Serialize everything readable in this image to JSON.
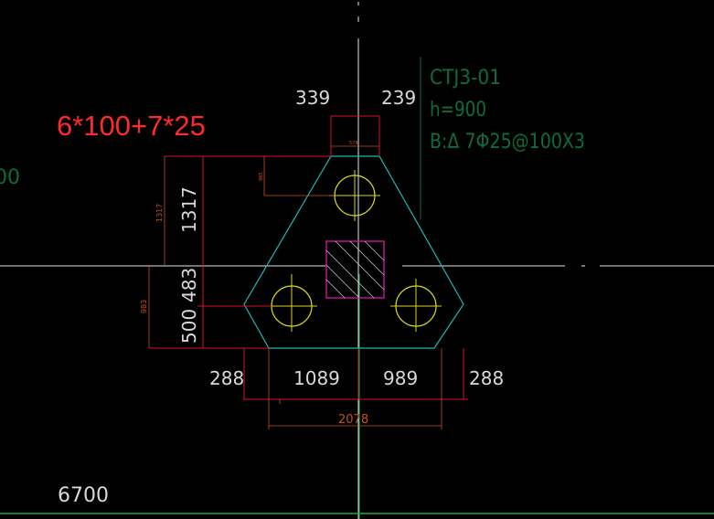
{
  "annotation": {
    "formula": "6*100+7*25",
    "color": "#ff2a2a"
  },
  "pile_cap": {
    "label": "CTJ3-01",
    "height": "h=900",
    "rebar": "B:Δ 7Φ25@100X3",
    "label_color": "#0f6b3a"
  },
  "dimensions": {
    "top_left": "339",
    "top_right": "239",
    "top_small": "578",
    "side_left_small": "985",
    "left_upper": "1317",
    "left_upper_small": "1317",
    "left_mid": "483",
    "left_lower": "500",
    "left_lower_small": "983",
    "bottom_left_outer": "288",
    "bottom_left_inner": "1089",
    "bottom_right_inner": "989",
    "bottom_right_outer": "288",
    "bottom_total": "2078",
    "axis_label": "6700",
    "edge_label": "00"
  },
  "colors": {
    "outline": "#1fb6b6",
    "pile": "#d6d61a",
    "column": "#c0148c",
    "dim_orange": "#c8501a",
    "dim_red": "#d2142d",
    "dim_text": "#d8d8d8",
    "axis": "#e6e6e6",
    "green_axis": "#1fa83a"
  }
}
